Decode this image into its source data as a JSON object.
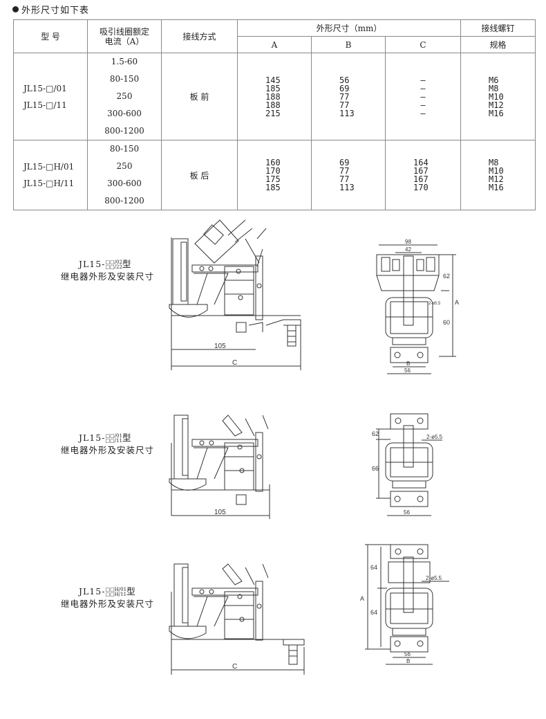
{
  "heading": "外形尺寸如下表",
  "table": {
    "col_model": "型 号",
    "col_current_1": "吸引线圈额定",
    "col_current_2": "电流（A）",
    "col_wiring": "接线方式",
    "col_dims": "外形尺寸（mm）",
    "col_a": "A",
    "col_b": "B",
    "col_c": "C",
    "col_screw_1": "接线螺钉",
    "col_screw_2": "规格",
    "group1": {
      "models": [
        "JL15-□/01",
        "JL15-□/11"
      ],
      "currents": [
        "1.5-60",
        "80-150",
        "250",
        "300-600",
        "800-1200"
      ],
      "wiring": "板 前",
      "a": [
        "145",
        "185",
        "188",
        "188",
        "215"
      ],
      "b": [
        "56",
        "69",
        "77",
        "77",
        "113"
      ],
      "c": [
        "—",
        "—",
        "—",
        "—",
        "—"
      ],
      "screws": [
        "M6",
        "M8",
        "M10",
        "M12",
        "M16"
      ]
    },
    "group2": {
      "models": [
        "JL15-□H/01",
        "JL15-□H/11"
      ],
      "currents": [
        "80-150",
        "250",
        "300-600",
        "800-1200"
      ],
      "wiring": "板 后",
      "a": [
        "160",
        "170",
        "175",
        "185"
      ],
      "b": [
        "69",
        "77",
        "77",
        "113"
      ],
      "c": [
        "164",
        "167",
        "167",
        "170"
      ],
      "screws": [
        "M8",
        "M10",
        "M12",
        "M16"
      ]
    }
  },
  "figures": [
    {
      "model_prefix": "JL15-",
      "sup_top": "□□/02",
      "sup_bottom": "□□/22",
      "model_suffix": "型",
      "caption": "继电器外形及安装尺寸",
      "dim_105": "105",
      "dim_c": "C",
      "dim_98": "98",
      "dim_42": "42",
      "dim_62": "62",
      "dim_a": "A",
      "dim_60": "60",
      "dim_b": "B",
      "dim_56": "56",
      "dim_hole": "2-ø5.5"
    },
    {
      "model_prefix": "JL15-",
      "sup_top": "□□/01",
      "sup_bottom": "□□/11",
      "model_suffix": "型",
      "caption": "继电器外形及安装尺寸",
      "dim_105": "105",
      "dim_62": "62",
      "dim_66": "66",
      "dim_56": "56",
      "dim_hole": "2-ø5.5"
    },
    {
      "model_prefix": "JL15-",
      "sup_top": "□□H/01",
      "sup_bottom": "□□H/11",
      "model_suffix": "型",
      "caption": "继电器外形及安装尺寸",
      "dim_c": "C",
      "dim_64a": "64",
      "dim_64b": "64",
      "dim_a": "A",
      "dim_56": "56",
      "dim_b": "B",
      "dim_hole": "2-ø5.5"
    }
  ]
}
